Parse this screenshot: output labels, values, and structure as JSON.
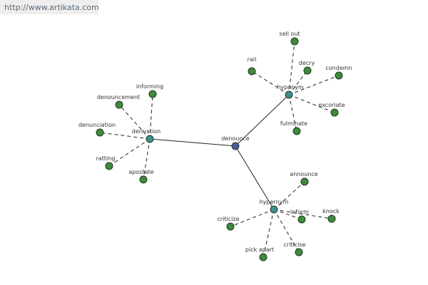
{
  "watermark": "http://www.artikata.com",
  "colors": {
    "center_node": "#4a5aa0",
    "relation_node": "#3f8f8f",
    "leaf_node": "#3f8a3c",
    "edge": "#222222"
  },
  "diagram": {
    "center": {
      "id": "denounce",
      "label": "denounce"
    },
    "relations": [
      {
        "id": "derivation",
        "label": "derivation"
      },
      {
        "id": "hyponym",
        "label": "hyponym"
      },
      {
        "id": "hypernym",
        "label": "hypernym"
      }
    ],
    "leaves": [
      {
        "id": "informing",
        "label": "informing",
        "parent": "derivation"
      },
      {
        "id": "denouncement",
        "label": "denouncement",
        "parent": "derivation"
      },
      {
        "id": "denunciation",
        "label": "denunciation",
        "parent": "derivation"
      },
      {
        "id": "ratting",
        "label": "ratting",
        "parent": "derivation"
      },
      {
        "id": "apostate",
        "label": "apostate",
        "parent": "derivation"
      },
      {
        "id": "sell-out",
        "label": "sell out",
        "parent": "hyponym"
      },
      {
        "id": "rail",
        "label": "rail",
        "parent": "hyponym"
      },
      {
        "id": "decry",
        "label": "decry",
        "parent": "hyponym"
      },
      {
        "id": "condemn",
        "label": "condemn",
        "parent": "hyponym"
      },
      {
        "id": "excoriate",
        "label": "excoriate",
        "parent": "hyponym"
      },
      {
        "id": "fulminate",
        "label": "fulminate",
        "parent": "hyponym"
      },
      {
        "id": "announce",
        "label": "announce",
        "parent": "hypernym"
      },
      {
        "id": "inform",
        "label": "inform",
        "parent": "hypernym"
      },
      {
        "id": "knock",
        "label": "knock",
        "parent": "hypernym"
      },
      {
        "id": "criticize",
        "label": "criticize",
        "parent": "hypernym"
      },
      {
        "id": "pick-apart",
        "label": "pick apart",
        "parent": "hypernym"
      },
      {
        "id": "criticise",
        "label": "criticise",
        "parent": "hypernym"
      }
    ]
  }
}
